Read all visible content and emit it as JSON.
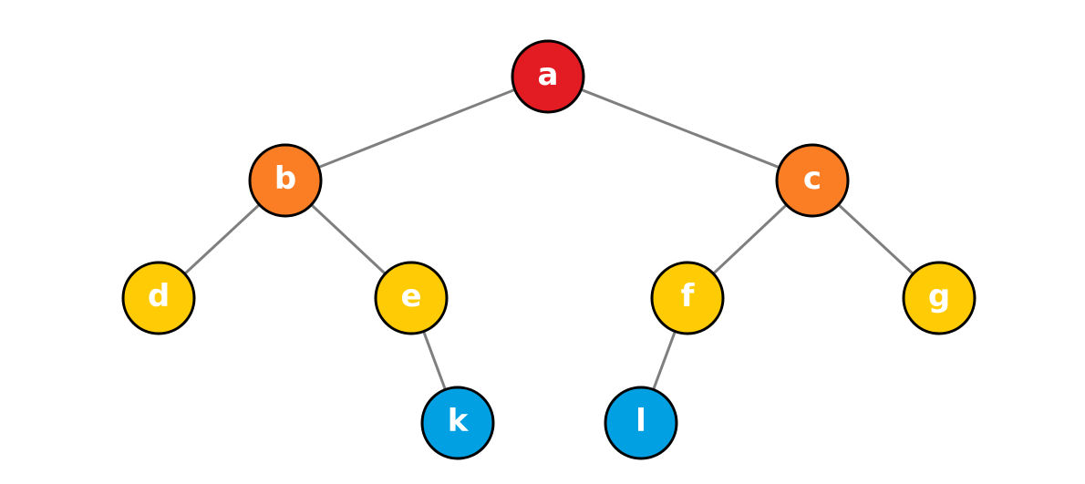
{
  "tree": {
    "colors": {
      "root": "#e31c23",
      "level1": "#fb7d24",
      "level2": "#ffcb05",
      "level3": "#00a0e3",
      "edge": "#7f7f7f",
      "outline": "#000000",
      "label": "#ffffff"
    },
    "nodes": [
      {
        "id": "a",
        "label": "a",
        "level": "root"
      },
      {
        "id": "b",
        "label": "b",
        "level": "level1"
      },
      {
        "id": "c",
        "label": "c",
        "level": "level1"
      },
      {
        "id": "d",
        "label": "d",
        "level": "level2"
      },
      {
        "id": "e",
        "label": "e",
        "level": "level2"
      },
      {
        "id": "f",
        "label": "f",
        "level": "level2"
      },
      {
        "id": "g",
        "label": "g",
        "level": "level2"
      },
      {
        "id": "k",
        "label": "k",
        "level": "level3"
      },
      {
        "id": "l",
        "label": "l",
        "level": "level3"
      }
    ],
    "edges": [
      {
        "from": "a",
        "to": "b"
      },
      {
        "from": "a",
        "to": "c"
      },
      {
        "from": "b",
        "to": "d"
      },
      {
        "from": "b",
        "to": "e"
      },
      {
        "from": "c",
        "to": "f"
      },
      {
        "from": "c",
        "to": "g"
      },
      {
        "from": "e",
        "to": "k"
      },
      {
        "from": "f",
        "to": "l"
      }
    ]
  }
}
